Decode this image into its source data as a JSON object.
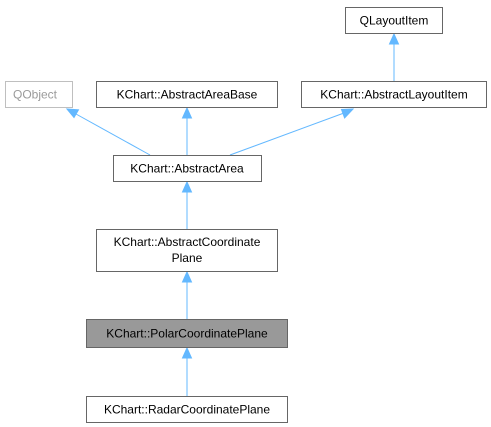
{
  "nodes": {
    "qlayoutitem": {
      "label": "QLayoutItem"
    },
    "qobject": {
      "label": "QObject"
    },
    "abstract_area_base": {
      "label": "KChart::AbstractAreaBase"
    },
    "abstract_layout_item": {
      "label": "KChart::AbstractLayoutItem"
    },
    "abstract_area": {
      "label": "KChart::AbstractArea"
    },
    "abstract_coordinate_plane": {
      "lines": [
        "KChart::AbstractCoordinate",
        "Plane"
      ]
    },
    "polar_coordinate_plane": {
      "label": "KChart::PolarCoordinatePlane"
    },
    "radar_coordinate_plane": {
      "label": "KChart::RadarCoordinatePlane"
    }
  },
  "colors": {
    "edge": "#63b8ff",
    "border": "#666666",
    "muted_border": "#bfbfbf",
    "muted_text": "#9a9a9a",
    "current_fill": "#999999"
  }
}
